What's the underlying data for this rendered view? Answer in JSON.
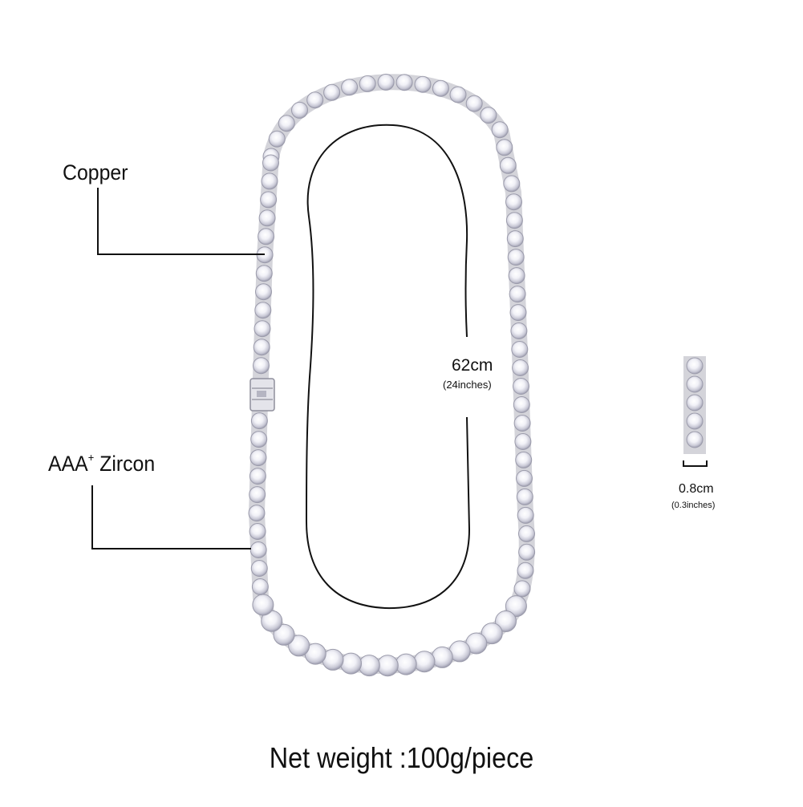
{
  "annotations": {
    "material_label": "Copper",
    "stone_label_prefix": "AAA",
    "stone_label_sup": "+",
    "stone_label_suffix": " Zircon",
    "length_main": "62cm",
    "length_sub": "(24inches)",
    "width_main": "0.8cm",
    "width_sub": "(0.3inches)",
    "weight": "Net weight :100g/piece"
  },
  "colors": {
    "background": "#ffffff",
    "metal": "#c8c8cc",
    "stone_light": "#fbfbfe",
    "stone_dark": "#a9a9b8",
    "line": "#111111"
  },
  "icons": [
    "necklace-image",
    "chain-segment-image",
    "clasp-image"
  ]
}
